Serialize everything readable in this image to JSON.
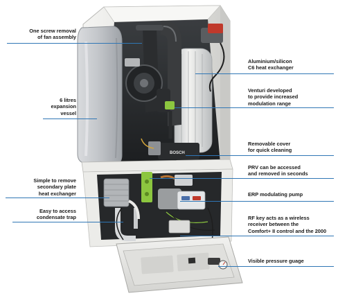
{
  "colors": {
    "leader_line": "#2f76b5",
    "label_text": "#1a1a1a",
    "casing": "#e6e6e4",
    "accent_green": "#8cc63f",
    "pump_red": "#c0392b"
  },
  "callouts": {
    "left": [
      {
        "id": "fan",
        "text": "One screw removal\nof fan assembly"
      },
      {
        "id": "vessel",
        "text": "6 litres\nexpansion\nvessel"
      },
      {
        "id": "plate",
        "text": "Simple to remove\nsecondary plate\nheat exchanger"
      },
      {
        "id": "trap",
        "text": "Easy to access\ncondensate trap"
      }
    ],
    "right": [
      {
        "id": "exchanger",
        "text": "Aluminium/silicon\nC6 heat exchanger"
      },
      {
        "id": "venturi",
        "text": "Venturi developed\nto provide increased\nmodulation range"
      },
      {
        "id": "cover",
        "text": "Removable cover\nfor quick cleaning"
      },
      {
        "id": "prv",
        "text": "PRV can be accessed\nand removed in seconds"
      },
      {
        "id": "pump",
        "text": "ERP modulating pump"
      },
      {
        "id": "rfkey",
        "text": "RF key acts as a wireless\nreceiver between the\nComfort+ II control and the 2000"
      },
      {
        "id": "gauge",
        "text": "Visible pressure guage"
      }
    ]
  },
  "product": {
    "brand_badge": "BOSCH",
    "icons": [
      "boiler-casing",
      "fan-assembly",
      "expansion-vessel",
      "heat-exchanger",
      "pump",
      "pressure-gauge"
    ]
  }
}
